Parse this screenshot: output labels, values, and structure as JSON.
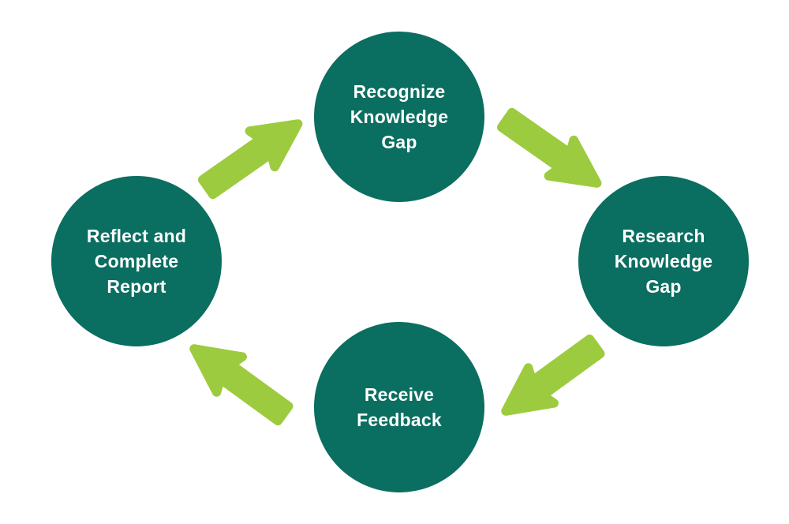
{
  "diagram": {
    "type": "cycle",
    "colors": {
      "node_fill": "#0A6E60",
      "arrow_fill": "#9DCB3F",
      "label_text": "#FFFFFF",
      "background": "#FFFFFF"
    },
    "nodes": [
      {
        "id": "recognize",
        "position": "top",
        "label": "Recognize Knowledge Gap"
      },
      {
        "id": "research",
        "position": "right",
        "label": "Research Knowledge Gap"
      },
      {
        "id": "receive",
        "position": "bottom",
        "label": "Receive Feedback"
      },
      {
        "id": "reflect",
        "position": "left",
        "label": "Reflect and Complete Report"
      }
    ],
    "arrows": [
      {
        "from": "reflect",
        "to": "recognize",
        "direction": "up-right"
      },
      {
        "from": "recognize",
        "to": "research",
        "direction": "down-right"
      },
      {
        "from": "research",
        "to": "receive",
        "direction": "down-left"
      },
      {
        "from": "receive",
        "to": "reflect",
        "direction": "up-left"
      }
    ]
  }
}
